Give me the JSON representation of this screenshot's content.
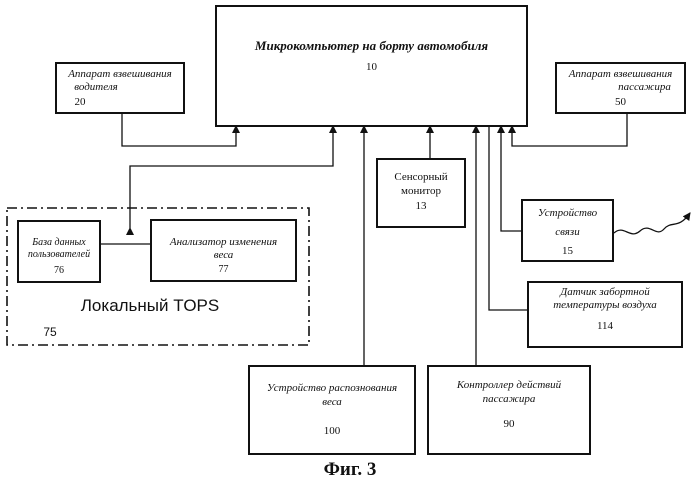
{
  "figure": {
    "caption": "Фиг. 3",
    "microcomputer": {
      "title": "Микрокомпьютер на борту автомобиля",
      "number": "10"
    },
    "driver_scale": {
      "title_line1": "Аппарат  взвешивания",
      "title_line2": "водителя",
      "number": "20"
    },
    "passenger_scale": {
      "title_line1": "Аппарат  взвешивания",
      "title_line2": "пассажира",
      "number": "50"
    },
    "touch_monitor": {
      "title_line1": "Сенсорный",
      "title_line2": "монитор",
      "number": "13"
    },
    "comm_device": {
      "title_line1": "Устройство",
      "title_line2": "связи",
      "number": "15"
    },
    "temp_sensor": {
      "title_line1": "Датчик  забортной",
      "title_line2": "температуры воздуха",
      "number": "114"
    },
    "weight_recognition": {
      "title_line1": "Устройство распознования",
      "title_line2": "веса",
      "number": "100"
    },
    "passenger_controller": {
      "title_line1": "Контроллер действий",
      "title_line2": "пассажира",
      "number": "90"
    },
    "local_tops": {
      "label": "Локальный  TOPS",
      "number": "75",
      "user_db": {
        "title_line1": "База данных",
        "title_line2": "пользователей",
        "number": "76"
      },
      "weight_analyzer": {
        "title_line1": "Анализатор изменения",
        "title_line2": "веса",
        "number": "77"
      }
    }
  }
}
